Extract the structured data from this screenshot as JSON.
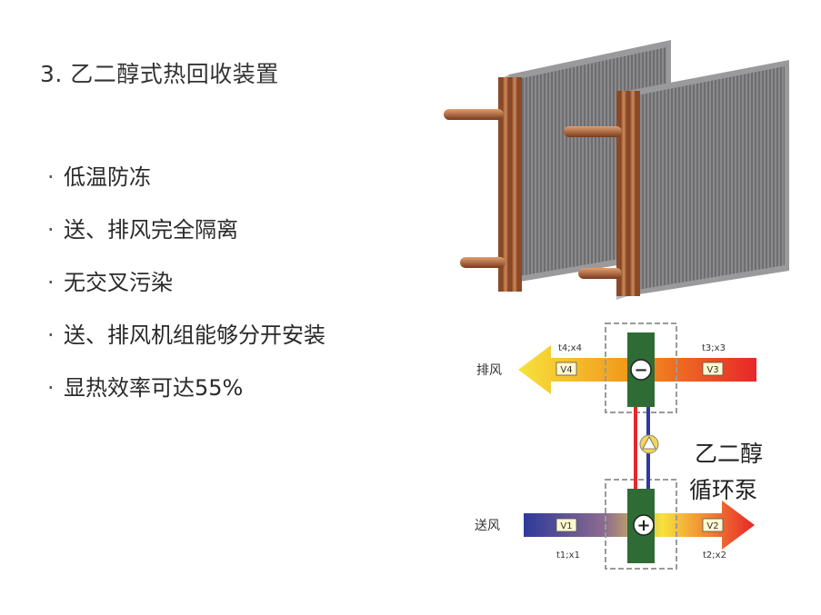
{
  "title": "3. 乙二醇式热回收装置",
  "bullets": [
    "低温防冻",
    "送、排风完全隔离",
    "无交叉污染",
    "送、排风机组能够分开安装",
    "显热效率可达55%"
  ],
  "bullet_marker": "·",
  "diagram": {
    "exhaust_label": "排风",
    "supply_label": "送风",
    "pump_label_line1": "乙二醇",
    "pump_label_line2": "循环泵",
    "exhaust_out_state": "t4;x4",
    "exhaust_in_state": "t3;x3",
    "supply_in_state": "t1;x1",
    "supply_out_state": "t2;x2",
    "v1": "V1",
    "v2": "V2",
    "v3": "V3",
    "v4": "V4",
    "minus_sign": "−",
    "plus_sign": "+"
  },
  "colors": {
    "red": "#e8262a",
    "orange": "#f29a1c",
    "yellow": "#f7e23c",
    "blue": "#2e3a9a",
    "coil_green": "#2f6b35",
    "copper": "#b5653a"
  }
}
